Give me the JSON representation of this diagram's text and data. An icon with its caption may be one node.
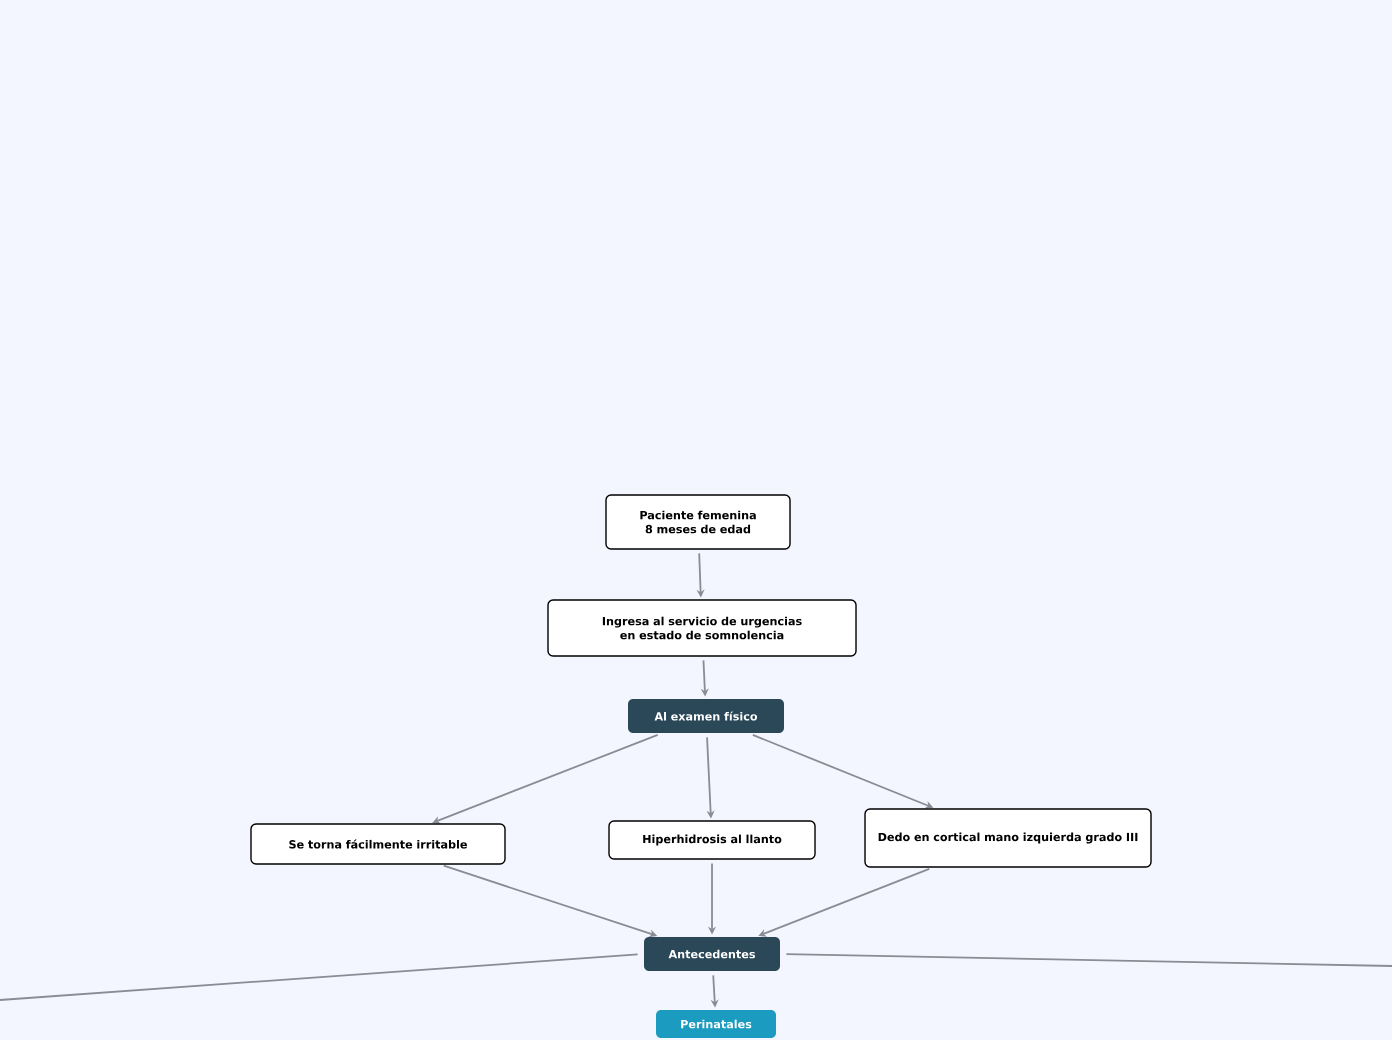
{
  "diagram": {
    "nodes": [
      {
        "text": [
          "Paciente femenina 8 meses de edad"
        ]
      },
      {
        "text": [
          "Ingresa al servicio de urgencias en estado de somnolencia"
        ]
      },
      {
        "text": [
          "Al examen físico"
        ]
      },
      {
        "text": [
          "Se torna fácilmente irritable"
        ]
      },
      {
        "text": [
          "Hiperhidrosis al llanto"
        ]
      },
      {
        "text": [
          "Dedo en cortical mano izquierda grado III"
        ]
      },
      {
        "text": [
          "Antecedentes"
        ]
      },
      {
        "text": [
          "Perinatales"
        ]
      }
    ],
    "edges": [
      {
        "from": 0,
        "to": 1,
        "arrow": "to"
      },
      {
        "from": 1,
        "to": 2,
        "arrow": "to"
      },
      {
        "from": 2,
        "to": 3,
        "arrow": "to"
      },
      {
        "from": 2,
        "to": 4,
        "arrow": "to"
      },
      {
        "from": 2,
        "to": 5,
        "arrow": "to"
      },
      {
        "from": 3,
        "to": 6,
        "arrow": "to"
      },
      {
        "from": 4,
        "to": 6,
        "arrow": "to"
      },
      {
        "from": 5,
        "to": 6,
        "arrow": "to"
      },
      {
        "from": 6,
        "to": 7,
        "arrow": "to"
      },
      {
        "from": 6,
        "to": null,
        "arrow": "none"
      },
      {
        "from": 6,
        "to": null,
        "arrow": "none"
      }
    ]
  }
}
